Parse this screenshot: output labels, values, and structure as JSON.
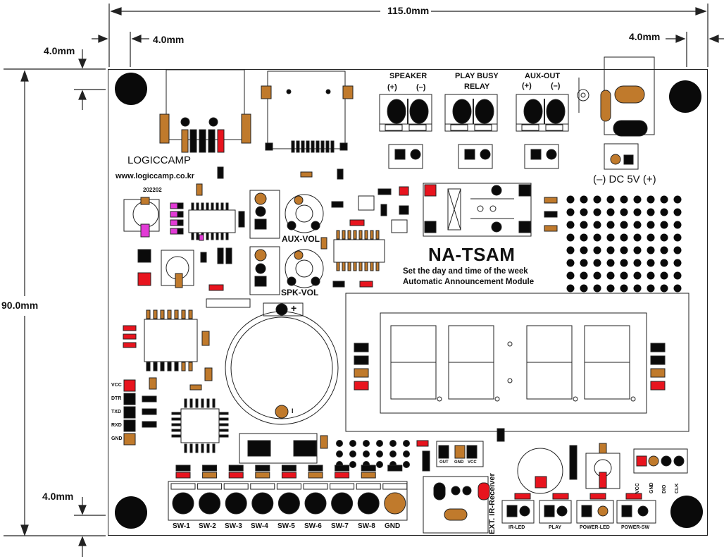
{
  "dimensions": {
    "total_width": "115.0mm",
    "total_height": "90.0mm",
    "margin_left": "4.0mm",
    "margin_left_side": "4.0mm",
    "margin_right": "4.0mm",
    "margin_bottom": "4.0mm"
  },
  "brand": {
    "name": "LOGICCAMP",
    "website": "www.logiccamp.co.kr",
    "version": "202202"
  },
  "module": {
    "title": "NA-TSAM",
    "subtitle_1": "Set the day and time of the week",
    "subtitle_2": "Automatic Announcement Module"
  },
  "terminals": {
    "speaker": {
      "label": "SPEAKER",
      "plus": "(+)",
      "minus": "(–)"
    },
    "relay": {
      "label_1": "PLAY BUSY",
      "label_2": "RELAY"
    },
    "aux_out": {
      "label": "AUX-OUT",
      "plus": "(+)",
      "minus": "(–)"
    },
    "dc": "(–) DC 5V (+)"
  },
  "pots": {
    "aux_vol": "AUX-VOL",
    "spk_vol": "SPK-VOL"
  },
  "serial_pins": [
    "VCC",
    "DTR",
    "TXD",
    "RXD",
    "GND"
  ],
  "switches": [
    "SW-1",
    "SW-2",
    "SW-3",
    "SW-4",
    "SW-5",
    "SW-6",
    "SW-7",
    "SW-8",
    "GND"
  ],
  "ir": {
    "receiver_label": "EXT. IR-Receiver",
    "pins": [
      "OUT",
      "GND",
      "VCC"
    ]
  },
  "bottom_connectors": [
    "IR-LED",
    "PLAY",
    "POWER-LED",
    "POWER-SW"
  ],
  "rtc_pins": [
    "VCC",
    "GND",
    "DIO",
    "CLK"
  ],
  "battery": {
    "plus": "+",
    "minus": "I"
  },
  "colors": {
    "pad_brown": "#c07a2c",
    "pad_red": "#e8141e",
    "pad_magenta": "#e23ad6",
    "pad_black": "#0a0a0a"
  }
}
